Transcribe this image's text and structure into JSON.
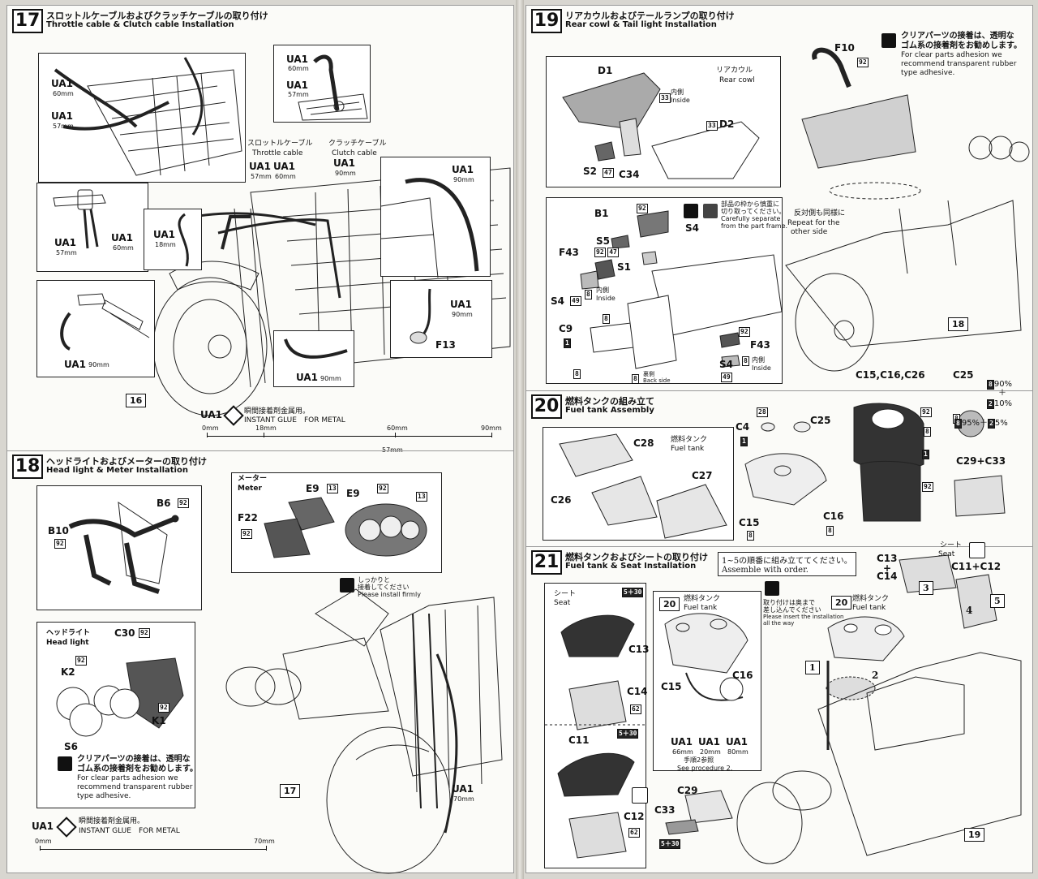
{
  "step17": {
    "num": "17",
    "title_jp": "スロットルケーブルおよびクラッチケーブルの取り付け",
    "title_en": "Throttle cable & Clutch cable Installation",
    "labels": {
      "ua1_60": "UA1",
      "ua1_60_mm": "60mm",
      "ua1_57": "UA1",
      "ua1_57_mm": "57mm",
      "top_ua1_60": "UA1",
      "top_ua1_60_mm": "60mm",
      "top_ua1_57": "UA1",
      "top_ua1_57_mm": "57mm",
      "throttle_jp": "スロットルケーブル",
      "throttle_en": "Throttle cable",
      "clutch_jp": "クラッチケーブル",
      "clutch_en": "Clutch cable",
      "mid_ua1_a": "UA1",
      "mid_ua1_b": "UA1",
      "mid_57": "57mm",
      "mid_60": "60mm",
      "mid_ua1_90": "UA1",
      "mid_90": "90mm",
      "grip_ua1_a": "UA1",
      "grip_57": "57mm",
      "grip_ua1_b": "UA1",
      "grip_60": "60mm",
      "left_ua1": "UA1",
      "left_18": "18mm",
      "lever_ua1": "UA1",
      "lever_90": "90mm",
      "right_ua1": "UA1",
      "right_90": "90mm",
      "f13_ua1": "UA1",
      "f13_90": "90mm",
      "f13": "F13",
      "low_ua1": "UA1",
      "low_90": "90mm",
      "ref": "16"
    },
    "glue": {
      "code": "UA1",
      "jp": "瞬間接着剤金属用。",
      "en": "INSTANT GLUE　FOR METAL"
    },
    "ruler": {
      "marks": [
        "0mm",
        "18mm",
        "60mm",
        "90mm"
      ],
      "below": "57mm"
    }
  },
  "step18": {
    "num": "18",
    "title_jp": "ヘッドライトおよびメーターの取り付け",
    "title_en": "Head light & Meter Installation",
    "labels": {
      "b6": "B6",
      "b6_badge": "92",
      "b10": "B10",
      "b10_badge": "92",
      "meter_jp": "メーター",
      "meter_en": "Meter",
      "e9a": "E9",
      "e9a_badge": "13",
      "e9b": "E9",
      "e9b_badge1": "92",
      "e9b_badge2": "13",
      "f22": "F22",
      "f22_badge": "92",
      "firm_jp1": "しっかりと",
      "firm_jp2": "接着してください",
      "firm_en": "Please install firmly",
      "hl_jp": "ヘッドライト",
      "hl_en": "Head light",
      "c30": "C30",
      "c30_badge": "92",
      "k2": "K2",
      "k2_badge": "92",
      "k1": "K1",
      "k1_badge": "92",
      "s6": "S6",
      "ua1": "UA1",
      "ua1_70": "70mm",
      "ref": "17"
    },
    "clear_note": {
      "jp1": "クリアパーツの接着は、透明な",
      "jp2": "ゴム系の接着剤をお勧めします。",
      "en1": "For clear parts adhesion we",
      "en2": "recommend transparent rubber",
      "en3": "type adhesive."
    },
    "glue": {
      "code": "UA1",
      "jp": "瞬間接着剤金属用。",
      "en": "INSTANT GLUE　FOR METAL"
    },
    "ruler": {
      "marks": [
        "0mm",
        "70mm"
      ]
    }
  },
  "step19": {
    "num": "19",
    "title_jp": "リアカウルおよびテールランプの取り付け",
    "title_en": "Rear cowl & Tail light Installation",
    "clear_note": {
      "jp1": "クリアパーツの接着は、透明な",
      "jp2": "ゴム系の接着剤をお勧めします。",
      "en1": "For clear parts adhesion we",
      "en2": "recommend transparent rubber",
      "en3": "type adhesive."
    },
    "labels": {
      "d1": "D1",
      "rc_jp": "リアカウル",
      "rc_en": "Rear cowl",
      "d2": "D2",
      "b33": "33",
      "inside_jp": "内側",
      "inside_en": "Inside",
      "b33b": "33",
      "s2": "S2",
      "s2_badge": "47",
      "c34": "C34",
      "f10": "F10",
      "f10_badge": "92",
      "b1": "B1",
      "b1_badge": "92",
      "s5": "S5",
      "s5_badge1": "92",
      "s5_badge2": "47",
      "s1": "S1",
      "s4_top": "S4",
      "cut_jp1": "部品の枠から慎重に",
      "cut_jp2": "切り取ってください。",
      "cut_en1": "Carefully separate",
      "cut_en2": "from the part frame.",
      "opp_jp": "反対側も同様に",
      "opp_en1": "Repeat for the",
      "opp_en2": "other side",
      "f43a": "F43",
      "s4a": "S4",
      "s4a_badge": "49",
      "b8a": "8",
      "c9": "C9",
      "c9_badge": "1",
      "b8b": "8",
      "b8c": "8",
      "back_jp": "裏側",
      "back_en": "Back side",
      "f43b": "F43",
      "b92": "92",
      "s4b": "S4",
      "s4b_badge": "49",
      "b8d": "8",
      "ref": "18"
    }
  },
  "step20": {
    "num": "20",
    "title_jp": "燃料タンクの組み立て",
    "title_en": "Fuel tank Assembly",
    "labels": {
      "c28": "C28",
      "tank_jp": "燃料タンク",
      "tank_en": "Fuel tank",
      "c27": "C27",
      "c26": "C26",
      "c4": "C4",
      "c4_badge": "28",
      "c4_badge2": "1",
      "c25": "C25",
      "c15": "C15",
      "c15_badge": "8",
      "c16": "C16",
      "c16_badge": "8",
      "group": "C15,C16,C26",
      "c25b": "C25",
      "mix1": "90%",
      "mix1_b": "8",
      "plus": "＋",
      "mix2": "10%",
      "mix2_b": "2",
      "mix3": "95%＋",
      "mix3_b": "8",
      "mix4": "5%",
      "mix4_b": "2",
      "mix_b8": "8",
      "b92a": "92",
      "b8x": "8",
      "b1x": "1",
      "b92b": "92",
      "c29c33": "C29+C33"
    }
  },
  "step21": {
    "num": "21",
    "title_jp": "燃料タンクおよびシートの取り付け",
    "title_en": "Fuel tank & Seat Installation",
    "order_jp": "1~5の順番に組み立ててください。",
    "order_en": "Assemble with order.",
    "labels": {
      "seat_jp": "シート",
      "seat_en": "Seat",
      "b5_30": "5＋30",
      "c13": "C13",
      "c14": "C14",
      "c14_badge": "62",
      "c11": "C11",
      "b5_30b": "5＋30",
      "c12": "C12",
      "c12_badge": "62",
      "c33": "C33",
      "c33_badge": "5＋30",
      "c29": "C29",
      "tank_ref": "20",
      "tank_jp": "燃料タンク",
      "tank_en": "Fuel tank",
      "c15": "C15",
      "c16": "C16",
      "ua1a": "UA1",
      "ua1a_mm": "66mm",
      "ua1b": "UA1",
      "ua1b_mm": "20mm",
      "ua1c": "UA1",
      "ua1c_mm": "80mm",
      "proc_jp": "手順2参照",
      "proc_en": "See procedure 2.",
      "insert_jp1": "取り付けは奥まで",
      "insert_jp2": "差し込んでください",
      "insert_en1": "Please insert the installation",
      "insert_en2": "all the way",
      "tank_ref2": "20",
      "tank_jp2": "燃料タンク",
      "tank_en2": "Fuel tank",
      "n1": "1",
      "n2": "2",
      "n3": "3",
      "n4": "4",
      "n5": "5",
      "c13c14_a": "C13",
      "plus": "+",
      "c13c14_b": "C14",
      "seat_jp2": "シート",
      "seat_en2": "Seat",
      "c11c12": "C11+C12",
      "ref": "19"
    }
  }
}
